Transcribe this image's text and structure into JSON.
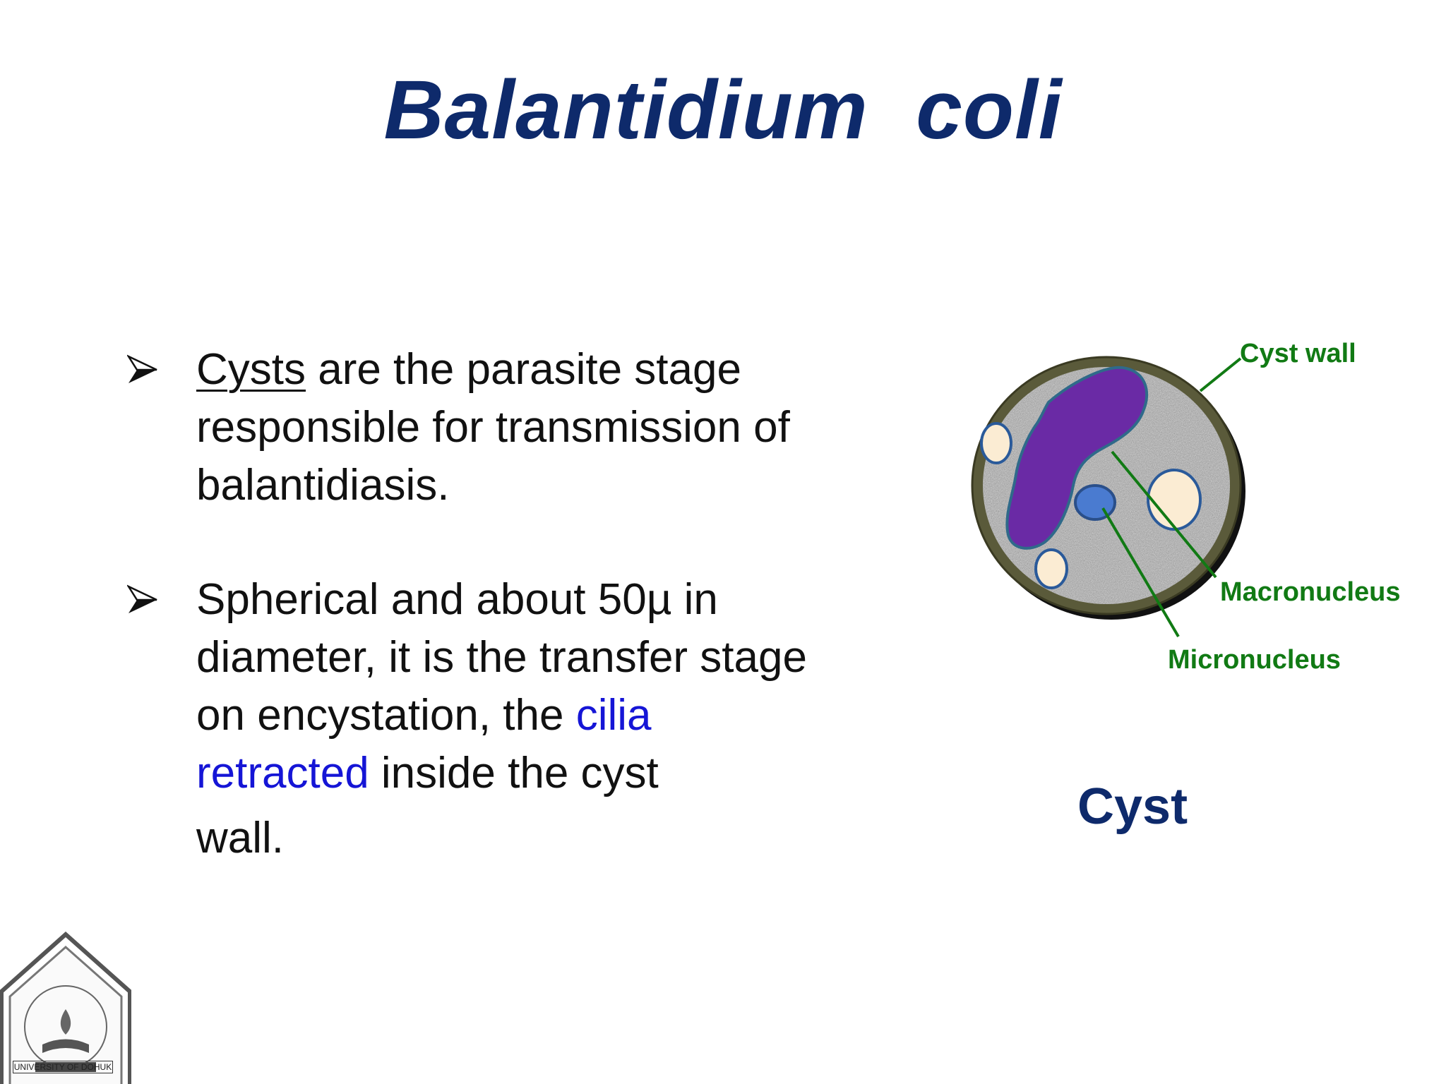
{
  "slide": {
    "title": "Balantidium  coli"
  },
  "bullets": [
    {
      "lead": "Cysts",
      "text": " are the parasite stage responsible for transmission of balantidiasis."
    },
    {
      "text_before": "Spherical and about 50µ in diameter, it is the transfer stage on encystation, the ",
      "highlight": "cilia retracted",
      "text_after": " inside the cyst",
      "last_line": "wall."
    }
  ],
  "diagram": {
    "labels": {
      "cyst_wall": "Cyst wall",
      "macronucleus": "Macronucleus",
      "micronucleus": "Micronucleus"
    },
    "caption": "Cyst",
    "colors": {
      "label": "#117a14",
      "wall": "#4a4a33",
      "macronucleus": "#6a2aa5",
      "micronucleus": "#4a7bd0",
      "vacuole": "#fbecd3",
      "cytoplasm": "#a7a7a7"
    }
  },
  "logo": {
    "text": "UNIVERSITY OF DOHUK"
  }
}
